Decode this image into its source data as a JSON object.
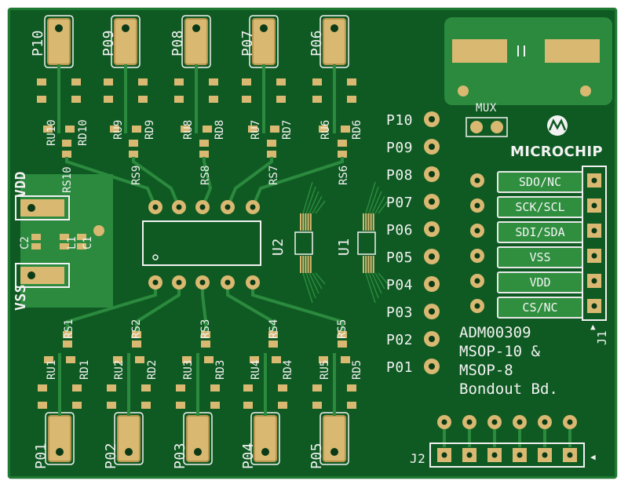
{
  "top_pads": [
    "P10",
    "P09",
    "P08",
    "P07",
    "P06"
  ],
  "bottom_pads": [
    "P01",
    "P02",
    "P03",
    "P04",
    "P05"
  ],
  "top_ru": [
    "RU10",
    "RU9",
    "RU8",
    "RU7",
    "RU6"
  ],
  "top_rd": [
    "RD10",
    "RD9",
    "RD8",
    "RD7",
    "RD6"
  ],
  "top_rs": [
    "RS10",
    "RS9",
    "RS8",
    "RS7",
    "RS6"
  ],
  "bottom_ru": [
    "RU1",
    "RU2",
    "RU3",
    "RU4",
    "RU5"
  ],
  "bottom_rd": [
    "RD1",
    "RD2",
    "RD3",
    "RD4",
    "RD5"
  ],
  "bottom_rs": [
    "RS1",
    "RS2",
    "RS3",
    "RS4",
    "RS5"
  ],
  "right_column_pins": [
    "P10",
    "P09",
    "P08",
    "P07",
    "P06",
    "P05",
    "P04",
    "P03",
    "P02",
    "P01"
  ],
  "power": {
    "vdd": "VDD",
    "vss": "VSS",
    "c1": "C1",
    "c2": "C2",
    "l1": "L1"
  },
  "ics": {
    "u1": "U1",
    "u2": "U2"
  },
  "mux_label": "MUX",
  "logo": "MICROCHIP",
  "header_j1": {
    "label": "J1",
    "signals": [
      "SDO/NC",
      "SCK/SCL",
      "SDI/SDA",
      "VSS",
      "VDD",
      "CS/NC"
    ]
  },
  "header_j2": "J2",
  "board_info": [
    "ADM00309",
    "MSOP-10 &",
    "MSOP-8",
    "Bondout Bd."
  ],
  "colors": {
    "board": "#0f5a22",
    "copper": "#d9b871",
    "silk": "#f2f2f2",
    "trace": "#2b8a3e"
  }
}
